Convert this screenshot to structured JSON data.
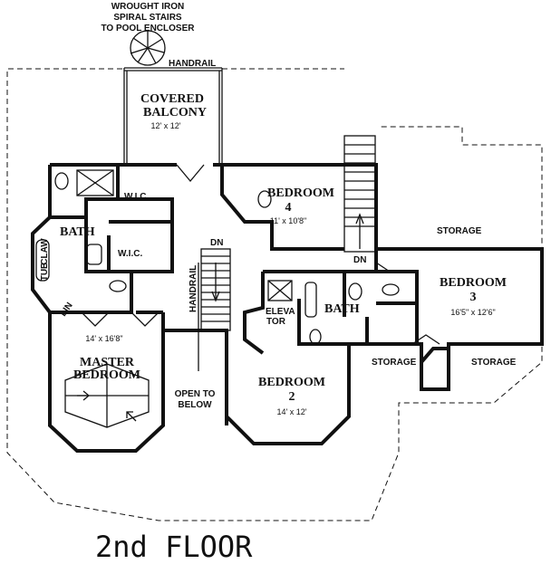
{
  "notes": {
    "stairs_line1": "WROUGHT IRON",
    "stairs_line2": "SPIRAL STAIRS",
    "stairs_line3": "TO POOL ENCLOSER",
    "handrail_top": "HANDRAIL",
    "handrail_side": "HANDRAIL",
    "dn_main": "DN",
    "dn_storage": "DN",
    "storage_top": "STORAGE",
    "storage_left": "STORAGE",
    "storage_right": "STORAGE",
    "open_line1": "OPEN TO",
    "open_line2": "BELOW"
  },
  "rooms": {
    "balcony": {
      "line1": "COVERED",
      "line2": "BALCONY",
      "size": "12' x 12'"
    },
    "bedroom4": {
      "line1": "BEDROOM",
      "line2": "4",
      "size": "11' x 10'8\""
    },
    "bedroom3": {
      "line1": "BEDROOM",
      "line2": "3",
      "size": "16'5\" x 12'6\""
    },
    "bedroom2": {
      "line1": "BEDROOM",
      "line2": "2",
      "size": "14' x 12'"
    },
    "master": {
      "line1": "MASTER",
      "line2": "BEDROOM",
      "size": "14' x 16'8\""
    },
    "bath_master": "BATH",
    "bath_hall": "BATH",
    "wic1": "W.I.C.",
    "wic2": "W.I.C.",
    "claw_tub_line1": "CLAW",
    "claw_tub_line2": "TUB",
    "elevator_line1": "ELEVA",
    "elevator_line2": "TOR",
    "linen": "LIN"
  },
  "floor_label": "2nd FLOOR"
}
